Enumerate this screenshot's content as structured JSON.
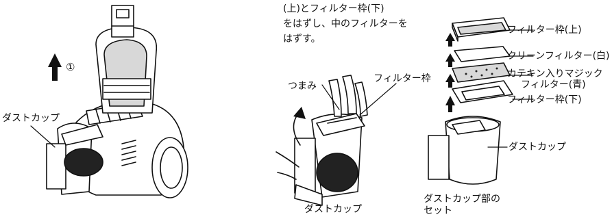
{
  "instructions": {
    "line1": "(上)とフィルター枠(下)",
    "line2": "をはずし、中のフィルターを",
    "line3": "はずす。"
  },
  "step_marker": "①",
  "labels": {
    "dust_cup_left": "ダストカップ",
    "knob": "つまみ",
    "filter_frame": "フィルター枠",
    "dust_cup_bottom": "ダストカップ",
    "filter_frame_top": "フィルター枠(上)",
    "clean_filter": "クリーンフィルター(白)",
    "catechin_filter_line1": "カテキン入りマジック",
    "catechin_filter_line2": "フィルター(青)",
    "filter_frame_bottom": "フィルター枠(下)",
    "dust_cup_right": "ダストカップ",
    "dust_cup_set_line1": "ダストカップ部の",
    "dust_cup_set_line2": "セット"
  }
}
